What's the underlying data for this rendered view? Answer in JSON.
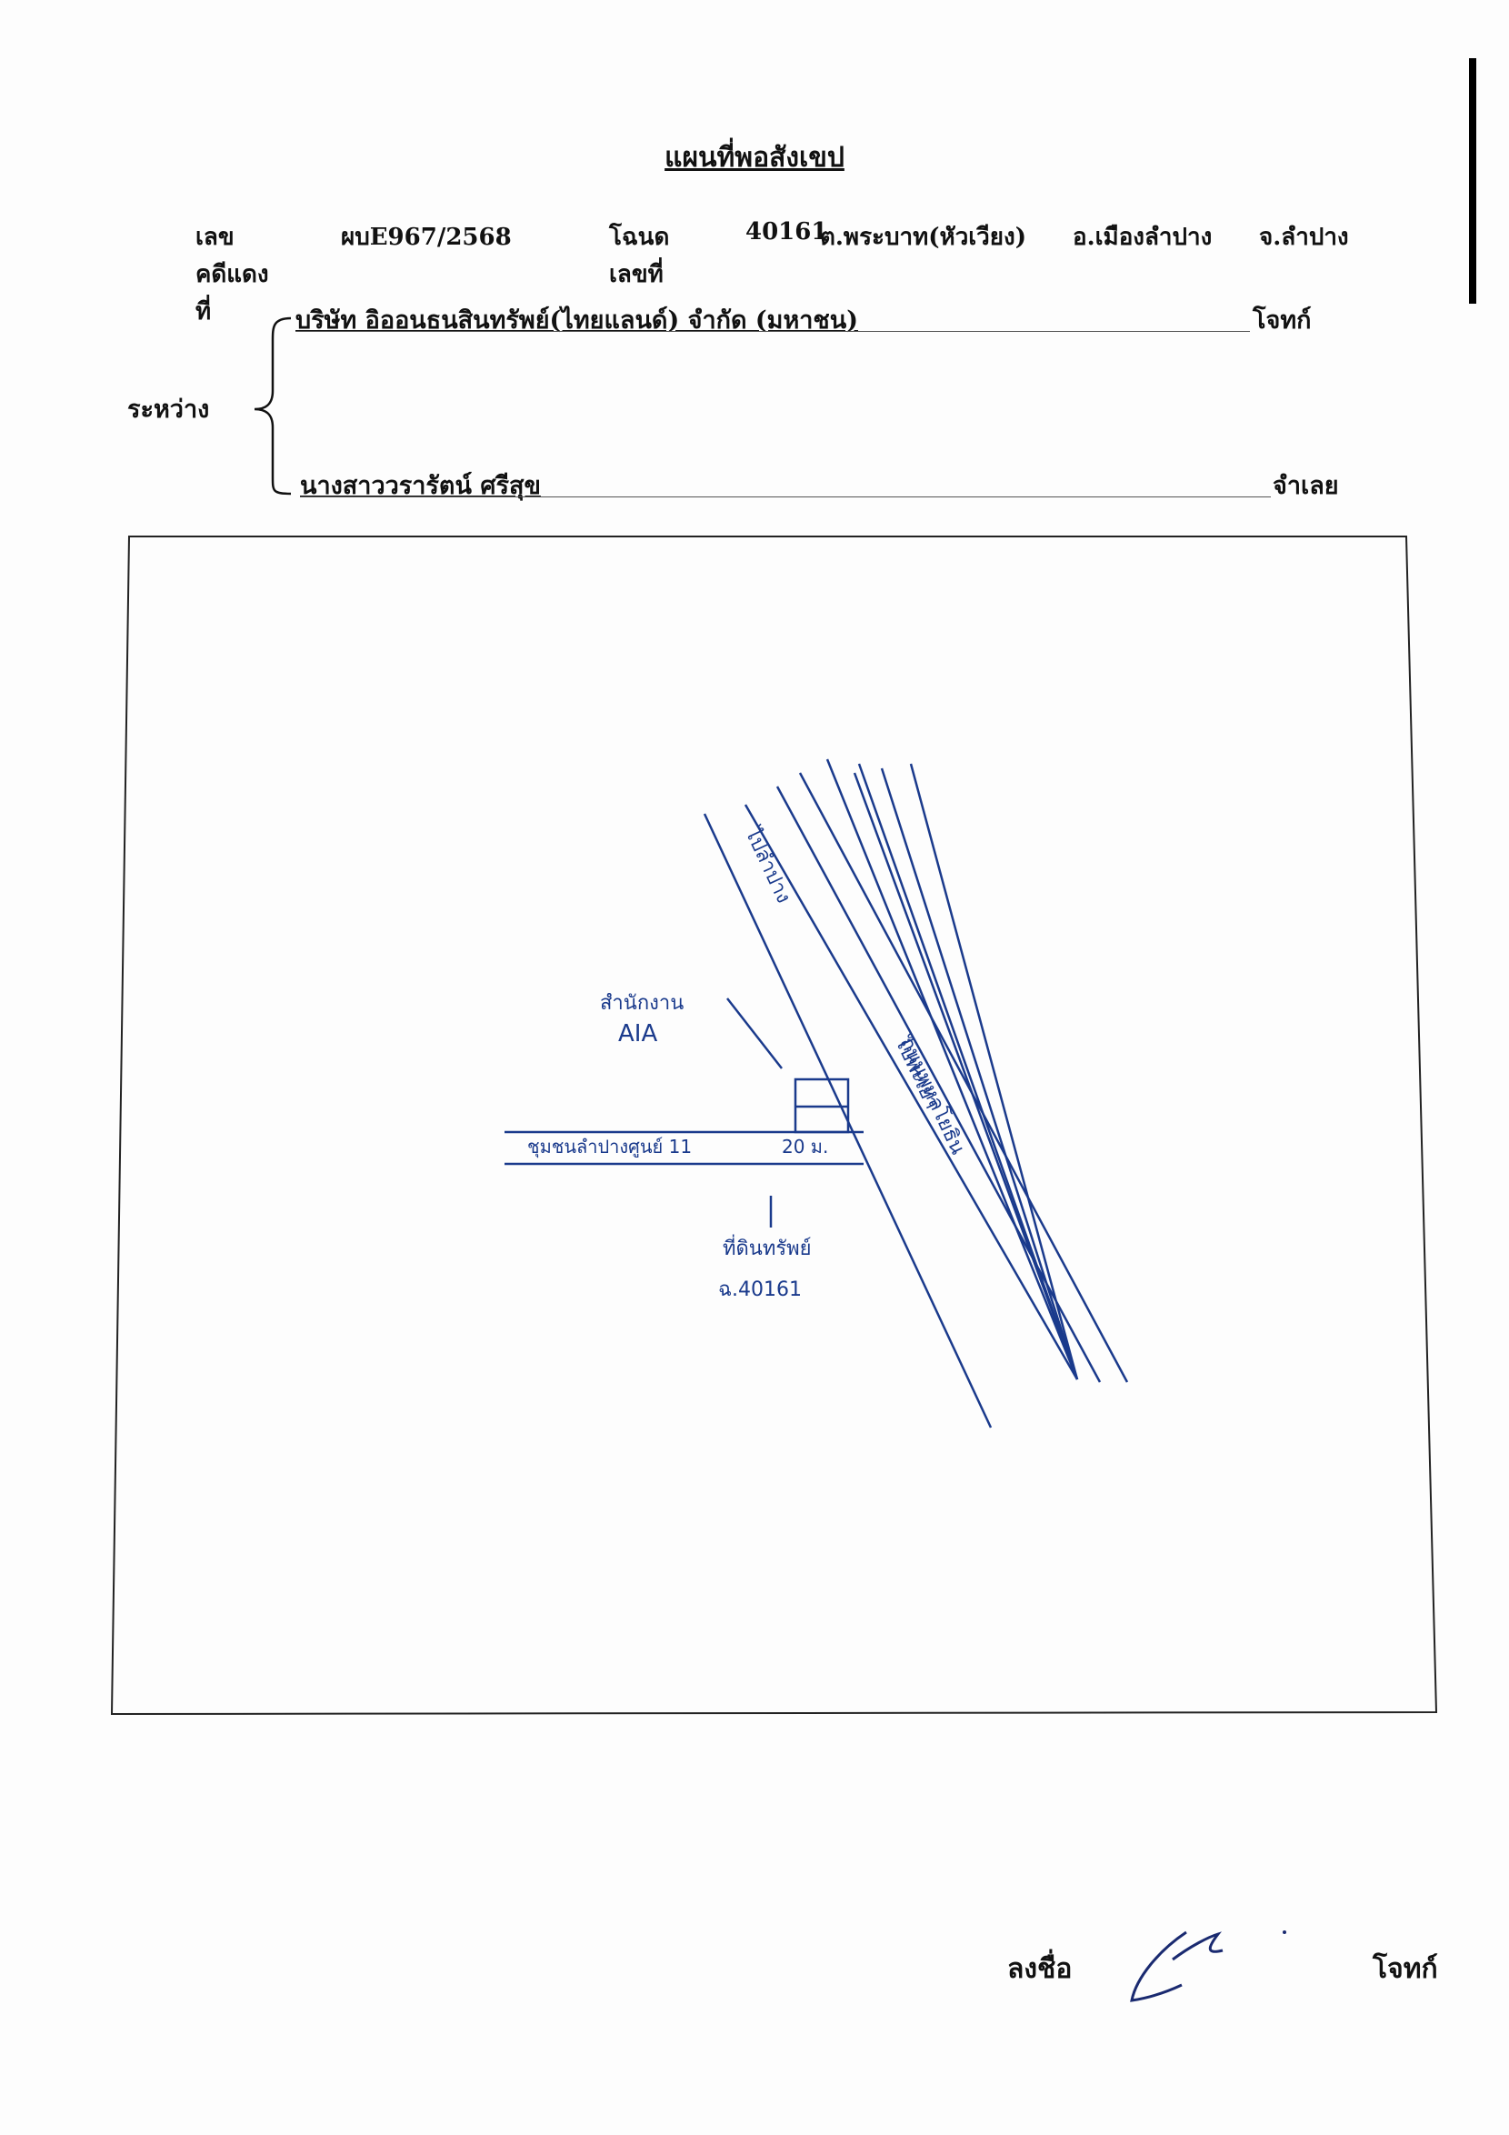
{
  "header": {
    "title": "แผนที่พอสังเขป",
    "case_label": "เลขคดีแดงที่",
    "case_number": "ผบE967/2568",
    "deed_label": "โฉนดเลขที่",
    "deed_number": "40161",
    "subdistrict": "ต.พระบาท(หัวเวียง)",
    "district": "อ.เมืองลำปาง",
    "province": "จ.ลำปาง"
  },
  "parties": {
    "between_label": "ระหว่าง",
    "plaintiff_name": "บริษัท อิออนธนสินทรัพย์(ไทยแลนด์) จำกัด (มหาชน)",
    "plaintiff_role": "โจทก์",
    "defendant_name": "นางสาววรารัตน์ ศรีสุข",
    "defendant_role": "จำเลย"
  },
  "map": {
    "labels": {
      "office_line1": "สำนักงาน",
      "office_line2": "AIA",
      "road_a": "ไปลำปาง",
      "road_b": "ไปพะเยา",
      "main_road": "ถนนพหลโยธิน",
      "soi": "ชุมชนลำปางศูนย์ 11",
      "distance": "20 ม.",
      "parcel_line1": "ที่ดินทรัพย์",
      "parcel_line2": "ฉ.40161"
    },
    "ink_color": "#1a3a8c"
  },
  "footer": {
    "sign_label": "ลงชื่อ",
    "sign_role": "โจทก์"
  }
}
